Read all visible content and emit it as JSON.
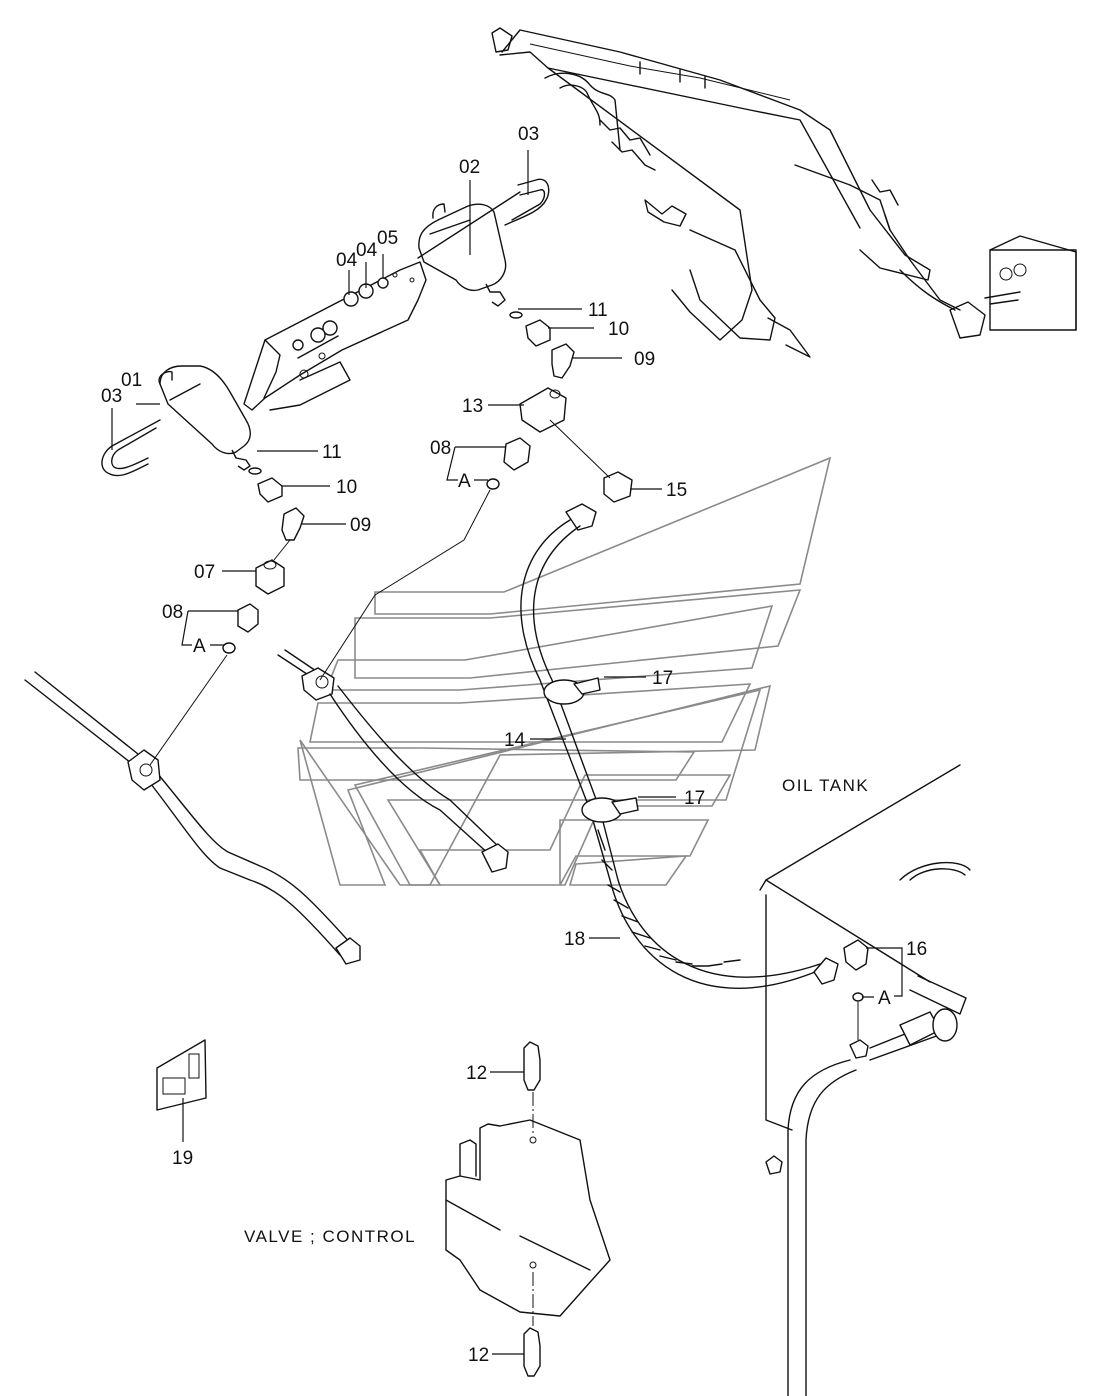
{
  "title": "Pilot filter / hydraulic piping parts diagram",
  "area_labels": {
    "oil_tank": "OIL TANK",
    "control_valve": "VALVE ; CONTROL"
  },
  "callouts": [
    {
      "id": "c01",
      "label": "01"
    },
    {
      "id": "c02",
      "label": "02"
    },
    {
      "id": "c03a",
      "label": "03"
    },
    {
      "id": "c03b",
      "label": "03"
    },
    {
      "id": "c04a",
      "label": "04"
    },
    {
      "id": "c04b",
      "label": "04"
    },
    {
      "id": "c05",
      "label": "05"
    },
    {
      "id": "c07",
      "label": "07"
    },
    {
      "id": "c08a",
      "label": "08"
    },
    {
      "id": "c08b",
      "label": "08"
    },
    {
      "id": "c09a",
      "label": "09"
    },
    {
      "id": "c09b",
      "label": "09"
    },
    {
      "id": "c10a",
      "label": "10"
    },
    {
      "id": "c10b",
      "label": "10"
    },
    {
      "id": "c11a",
      "label": "11"
    },
    {
      "id": "c11b",
      "label": "11"
    },
    {
      "id": "c12a",
      "label": "12"
    },
    {
      "id": "c12b",
      "label": "12"
    },
    {
      "id": "c13",
      "label": "13"
    },
    {
      "id": "c14",
      "label": "14"
    },
    {
      "id": "c15",
      "label": "15"
    },
    {
      "id": "c16",
      "label": "16"
    },
    {
      "id": "c17a",
      "label": "17"
    },
    {
      "id": "c17b",
      "label": "17"
    },
    {
      "id": "c18",
      "label": "18"
    },
    {
      "id": "c19",
      "label": "19"
    }
  ],
  "sub_markers": [
    {
      "id": "a1",
      "label": "A"
    },
    {
      "id": "a2",
      "label": "A"
    },
    {
      "id": "a3",
      "label": "A"
    }
  ],
  "colors": {
    "line": "#111111",
    "watermark": "#8a8a8a",
    "background": "#ffffff"
  }
}
